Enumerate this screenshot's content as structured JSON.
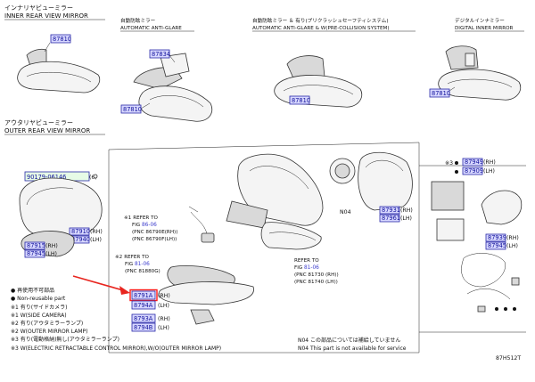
{
  "inner": {
    "title_jp": "インナリヤビューミラー",
    "title_en": "INNER REAR VIEW MIRROR",
    "subs": [
      {
        "jp": "",
        "en": ""
      },
      {
        "jp": "自動防眩ミラー",
        "en": "AUTOMATIC ANTI-GLARE"
      },
      {
        "jp": "自動防眩ミラー ＆ 有り(プリクラッシュセーフティシステム)",
        "en": "AUTOMATIC ANTI-GLARE & W(PRE-COLLISION SYSTEM)"
      },
      {
        "jp": "デジタルインナミラー",
        "en": "DIGITAL INNER MIRROR"
      }
    ],
    "parts": [
      "87810",
      "87834",
      "87810",
      "87810",
      "87810"
    ]
  },
  "outer": {
    "title_jp": "アウタリヤビューミラー",
    "title_en": "OUTER REAR VIEW MIRROR",
    "clip_pn": "90179-06146",
    "clip_ref": "(6)",
    "cover_pns": [
      "87910",
      "87940"
    ],
    "cover_sides": [
      "(RH)",
      "(LH)"
    ],
    "body_pns": [
      "87915",
      "87945"
    ],
    "body_sides": [
      "(RH)",
      "(LH)"
    ],
    "refer1": {
      "note": "※1",
      "lines": [
        "REFER TO",
        "FIG ",
        "(PNC 86790E(RH))",
        "(PNC 86790F(LH))"
      ],
      "fig": "86-06"
    },
    "refer2": {
      "note": "※2",
      "lines": [
        "REFER TO",
        "FIG ",
        "(PNC 81880G)"
      ],
      "fig": "81-06"
    },
    "refer3": {
      "lines": [
        "REFER TO",
        "FIG ",
        "(PNC 81730 (RH))",
        "(PNC 81740 (LH))"
      ],
      "fig": "81-06"
    },
    "lamp_pns": [
      "8791A",
      "8794A"
    ],
    "lamp_sides": [
      "(RH)",
      "(LH)"
    ],
    "case_pns": [
      "8793A",
      "8794B"
    ],
    "case_sides": [
      "(RH)",
      "(LH)"
    ],
    "glass_pns": [
      "87931",
      "87961"
    ],
    "glass_sides": [
      "(RH)",
      "(LH)"
    ],
    "n04_mark": "N04",
    "right_note": "※3",
    "right_pns_top": [
      "87949",
      "87909"
    ],
    "right_sides_top": [
      "(RH)",
      "(LH)"
    ],
    "right_pns_bottom": [
      "87939",
      "87945"
    ],
    "right_sides_bottom": [
      "(RH)",
      "(LH)"
    ]
  },
  "legend": [
    "● 再使用不可部品",
    "● Non-reusable part",
    "※1 有り(サイドカメラ)",
    "※1 W(SIDE CAMERA)",
    "※2 有り(アウタミラーランプ)",
    "※2 W(OUTER MIRROR LAMP)",
    "※3 有り(電動格納)無し(アウタミラーランプ)",
    "※3 W(ELECTRIC RETRACTABLE CONTROL MIRROR),W/O(OUTER MIRROR LAMP)"
  ],
  "n04_note": [
    "N04 この部品については補給していません",
    "N04 This part is not available for service"
  ],
  "figure_code": "87H512T",
  "colors": {
    "highlight": "#ff1a1a",
    "partbox": "#d8d8ff",
    "arrow": "#e8251f"
  }
}
